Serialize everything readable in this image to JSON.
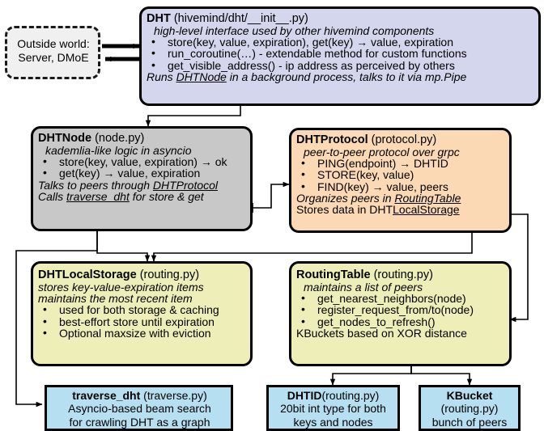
{
  "diagram": {
    "title": "hivemind DHT architecture",
    "colors": {
      "dht": "#d3d6ec",
      "dhtnode": "#c8c8c8",
      "dhtprotocol": "#fbd9b4",
      "storage": "#eeeeb8",
      "routingtable": "#eeeeb8",
      "leaf": "#b6dff2",
      "outside": "#f0f0f0",
      "stroke": "#000000"
    }
  },
  "outside": {
    "line1": "Outside world:",
    "line2": "Server, DMoE"
  },
  "dht": {
    "name": "DHT",
    "module": " (hivemind/dht/__init__.py)",
    "subtitle": "high-level interface used by other hivemind components",
    "bullets": [
      "store(key, value, expiration), get(key) → value, expiration",
      "run_coroutine(…) - extendable method for custom functions",
      "get_visible_address() - ip address as perceived by others"
    ],
    "footer_pre": "Runs ",
    "footer_link": "DHTNode",
    "footer_post": " in a background process, talks to it via mp.Pipe"
  },
  "dhtnode": {
    "name": "DHTNode",
    "module": " (node.py)",
    "subtitle": "kademlia-like logic in asyncio",
    "bullets": [
      "store(key, value, expiration) → ok",
      "get(key) → value, expiration"
    ],
    "footer1_pre": "Talks to peers through ",
    "footer1_link": "DHTProtocol",
    "footer2_pre": "Calls ",
    "footer2_link": "traverse_dht",
    "footer2_post": " for store & get"
  },
  "dhtprotocol": {
    "name": "DHTProtocol",
    "module": " (protocol.py)",
    "subtitle": "peer-to-peer protocol over grpc",
    "bullets": [
      "PING(endpoint) → DHTID",
      "STORE(key, value)",
      "FIND(key) → value, peers"
    ],
    "footer1_pre": "Organizes peers in ",
    "footer1_link": "RoutingTable",
    "footer2_pre": "Stores data in DHT",
    "footer2_link": "LocalStorage"
  },
  "dhtlocalstorage": {
    "name": "DHTLocalStorage",
    "module": " (routing.py)",
    "subtitle1": "stores key-value-expiration items",
    "subtitle2": "maintains the most recent item",
    "bullets": [
      "used for both storage & caching",
      "best-effort store until expiration",
      "Optional maxsize with eviction"
    ]
  },
  "routingtable": {
    "name": "RoutingTable",
    "module": " (routing.py)",
    "subtitle": "maintains a list of peers",
    "bullets": [
      "get_nearest_neighbors(node)",
      "register_request_from/to(node)",
      "get_nodes_to_refresh()"
    ],
    "footer": "KBuckets based on XOR distance"
  },
  "traverse_dht": {
    "name": "traverse_dht",
    "module": " (traverse.py)",
    "line2": "Asyncio-based beam search",
    "line3": "for crawling DHT as a graph"
  },
  "dhtid": {
    "name": "DHTID",
    "module": "(routing.py)",
    "line2": "20bit int type for both",
    "line3": "keys and nodes"
  },
  "kbucket": {
    "name": "KBucket",
    "line2": "(routing.py)",
    "line3": "bunch of peers"
  },
  "edges": [
    {
      "id": "outside-to-dht",
      "label": "outside world → DHT"
    },
    {
      "id": "dht-to-outside",
      "label": "DHT → outside world"
    },
    {
      "id": "dht-to-dhtnode",
      "label": "DHT → DHTNode"
    },
    {
      "id": "dhtnode-to-dhtprotocol",
      "label": "DHTNode → DHTProtocol"
    },
    {
      "id": "dhtnode-to-traverse",
      "label": "DHTNode → traverse_dht"
    },
    {
      "id": "dhtnode-to-storage",
      "label": "DHTNode → DHTLocalStorage"
    },
    {
      "id": "protocol-to-storage",
      "label": "DHTProtocol → DHTLocalStorage"
    },
    {
      "id": "protocol-to-routing",
      "label": "DHTProtocol → RoutingTable"
    },
    {
      "id": "routing-to-dhtid",
      "label": "RoutingTable → DHTID"
    },
    {
      "id": "routing-to-kbucket",
      "label": "RoutingTable → KBucket"
    }
  ]
}
